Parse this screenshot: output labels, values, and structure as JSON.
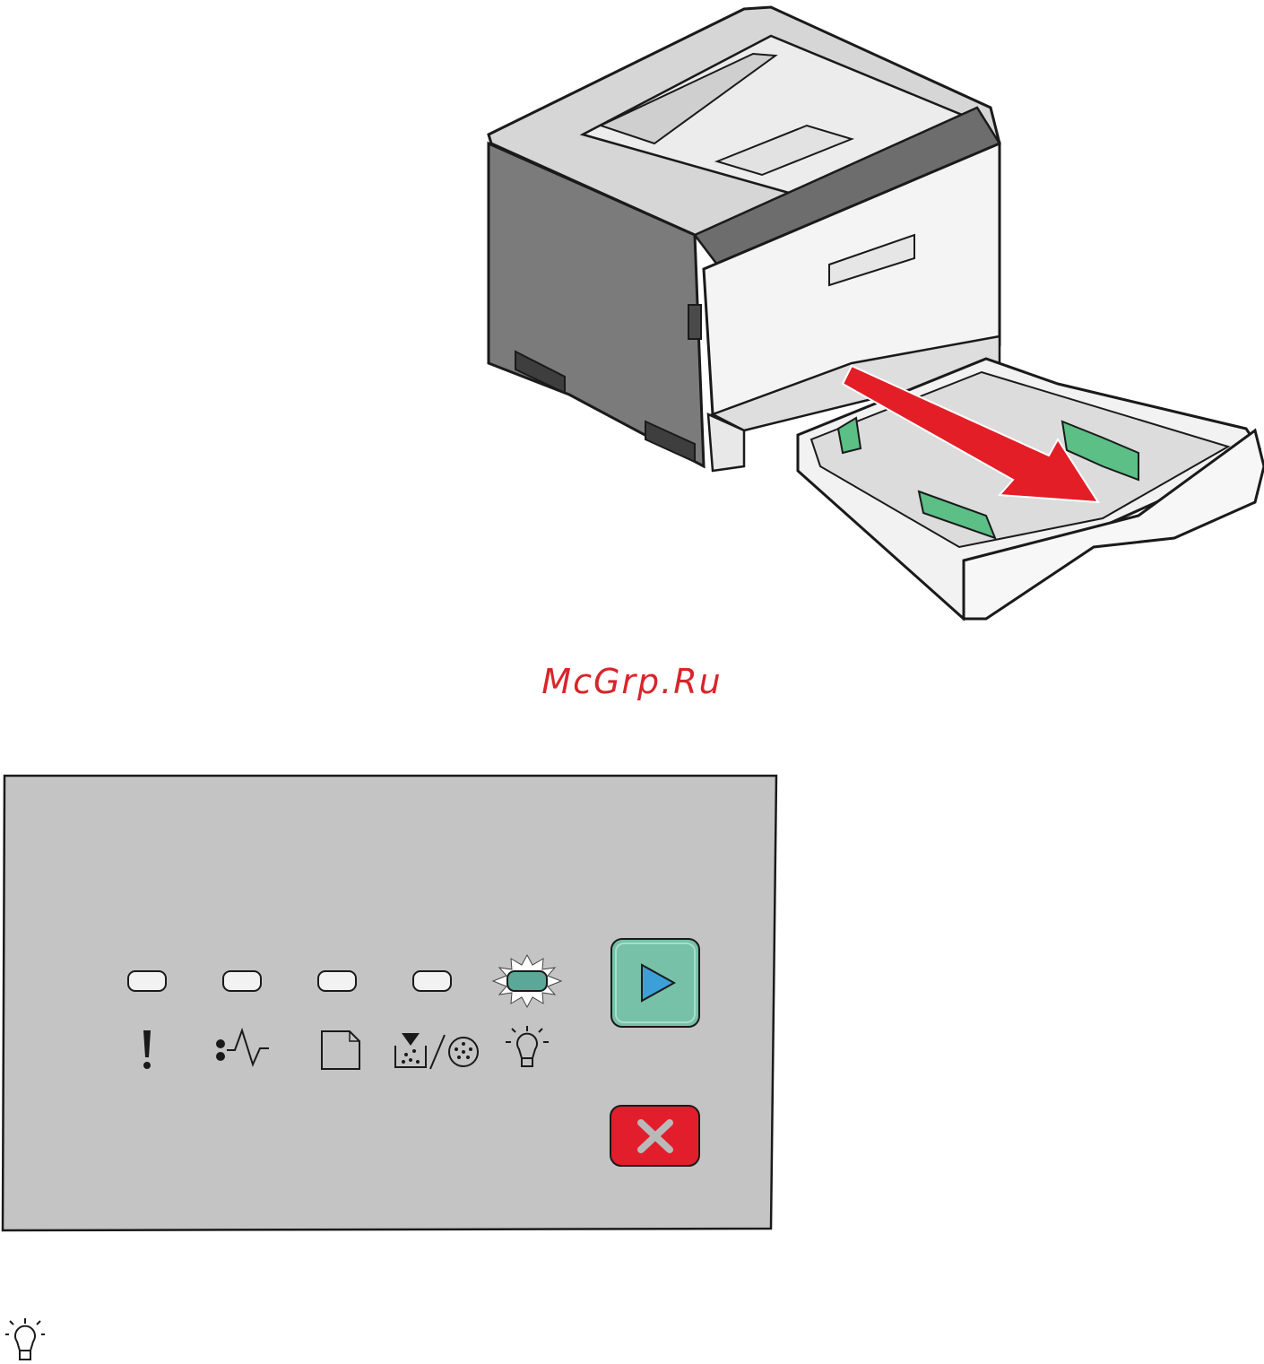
{
  "watermark": {
    "text": "McGrp.Ru"
  },
  "control_panel": {
    "lights": [
      {
        "icon": "error-exclamation-icon",
        "state": "off"
      },
      {
        "icon": "paper-jam-icon",
        "state": "off"
      },
      {
        "icon": "load-paper-icon",
        "state": "off"
      },
      {
        "icon": "toner-photoconductor-icon",
        "state": "off"
      },
      {
        "icon": "ready-lightbulb-icon",
        "state": "blinking"
      }
    ],
    "buttons": [
      {
        "icon": "continue-play-icon",
        "color": "#76c1a8"
      },
      {
        "icon": "cancel-x-icon",
        "color": "#e21e2d"
      }
    ],
    "panel_color": "#c4c4c4",
    "blink_color": "#5ba898"
  },
  "illustration": {
    "subject": "printer-tray-removal",
    "arrow_color": "#e31e26",
    "guide_color": "#5bbf86"
  },
  "footer": {
    "icon": "lightbulb-icon"
  }
}
